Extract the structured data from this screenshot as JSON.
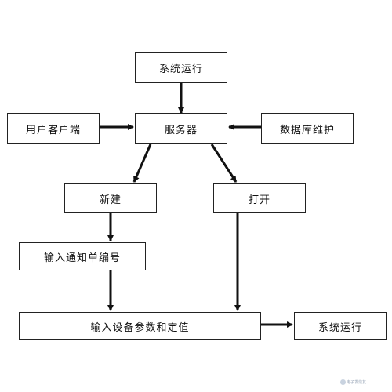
{
  "diagram": {
    "nodes": {
      "system_run_top": "系统运行",
      "user_client": "用户客户端",
      "server": "服务器",
      "db_maintenance": "数据库维护",
      "new": "新建",
      "open": "打开",
      "input_notice_no": "输入通知单编号",
      "input_params": "输入设备参数和定值",
      "system_run_right": "系统运行"
    },
    "edges": [
      {
        "from": "system_run_top",
        "to": "server"
      },
      {
        "from": "user_client",
        "to": "server"
      },
      {
        "from": "db_maintenance",
        "to": "server"
      },
      {
        "from": "server",
        "to": "new"
      },
      {
        "from": "server",
        "to": "open"
      },
      {
        "from": "new",
        "to": "input_notice_no"
      },
      {
        "from": "input_notice_no",
        "to": "input_params"
      },
      {
        "from": "open",
        "to": "input_params"
      },
      {
        "from": "input_params",
        "to": "system_run_right"
      }
    ]
  },
  "watermark": "电子发烧友"
}
